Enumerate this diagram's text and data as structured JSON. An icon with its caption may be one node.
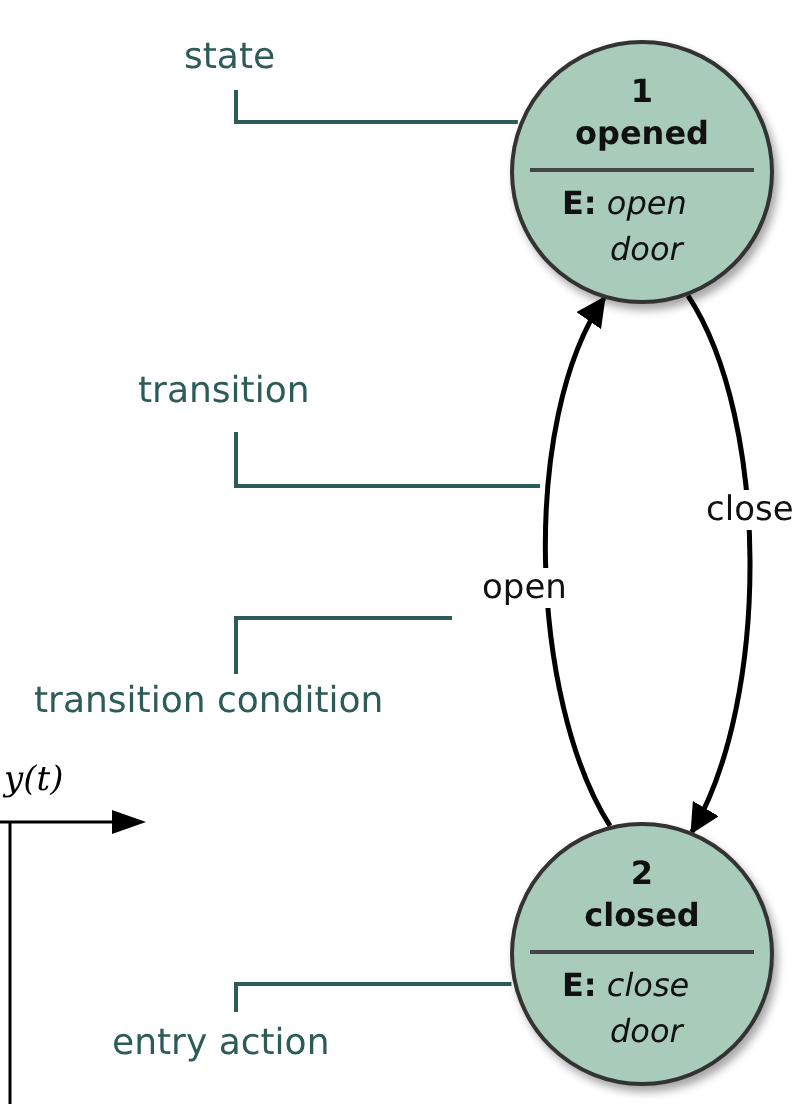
{
  "diagram": {
    "nodes": [
      {
        "text": [
          "1 opened",
          "**E:** *open door*"
        ]
      },
      {
        "text": [
          "2 closed",
          "**E:** *close door*"
        ]
      },
      {
        "text": [
          "state"
        ]
      },
      {
        "text": [
          "transition"
        ]
      },
      {
        "text": [
          "transition condition"
        ]
      },
      {
        "text": [
          "entry action"
        ]
      }
    ],
    "edges": [
      {
        "from": 1,
        "to": 0,
        "arrow": "to",
        "label": "open",
        "color": "#000000"
      },
      {
        "from": 0,
        "to": 1,
        "arrow": "to",
        "label": "close",
        "color": "#000000"
      },
      {
        "from": 2,
        "to": 0,
        "arrow": "none"
      },
      {
        "from": 3,
        "to": null,
        "arrow": "none"
      },
      {
        "from": 4,
        "to": null,
        "arrow": "none"
      },
      {
        "from": 5,
        "to": 1,
        "arrow": "none"
      }
    ],
    "labels": [
      "y(t)"
    ]
  }
}
